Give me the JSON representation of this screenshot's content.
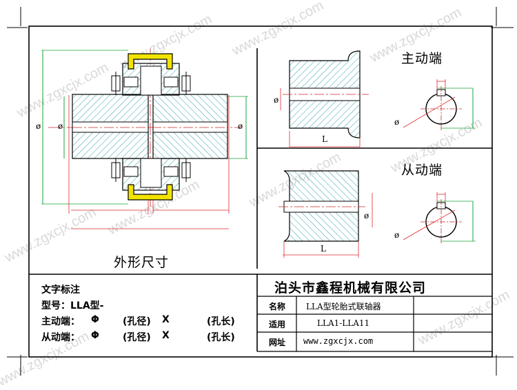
{
  "watermark": "www.zgxcjx.com",
  "views": {
    "assembly_title": "外形尺寸",
    "driving_title": "主动端",
    "driven_title": "从动端",
    "dia_symbol": "ø",
    "length_symbol": "L"
  },
  "notes": {
    "title": "文字标注",
    "model_line": "型号：LLA型-",
    "driving_line": {
      "label": "主动端：",
      "phi": "Φ",
      "bore": "(孔径)",
      "x": "X",
      "len": "(孔长)"
    },
    "driven_line": {
      "label": "从动端：",
      "phi": "Φ",
      "bore": "(孔径)",
      "x": "X",
      "len": "(孔长)"
    }
  },
  "title_block": {
    "company": "泊头市鑫程机械有限公司",
    "rows": [
      {
        "label": "名称",
        "value": "LLA型轮胎式联轴器"
      },
      {
        "label": "适用",
        "value": "LLA1-LLA11"
      },
      {
        "label": "网址",
        "value": "www.zgxcjx.com"
      }
    ]
  },
  "colors": {
    "outline": "#000000",
    "hatch": "#2e9fae",
    "dimension": "#e0292d",
    "centerline": "#cc2a2a",
    "tyre": "#f2e400",
    "green_dim": "#17a53a"
  }
}
